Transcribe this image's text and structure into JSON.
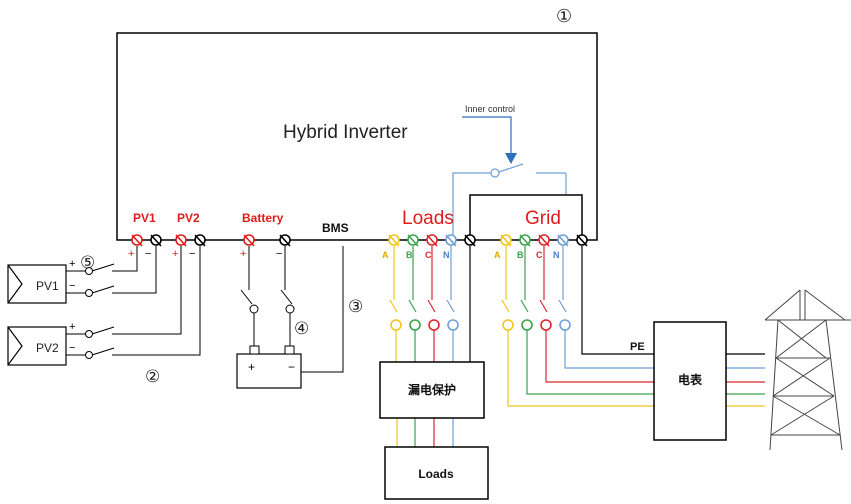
{
  "inverter": {
    "title": "Hybrid Inverter",
    "number": "①",
    "inner_control": "Inner control"
  },
  "ports": {
    "pv1": "PV1",
    "pv2": "PV2",
    "battery": "Battery",
    "bms": "BMS",
    "loads": "Loads",
    "grid": "Grid",
    "plus": "+",
    "minus": "−",
    "phase_a": "A",
    "phase_b": "B",
    "phase_c": "C",
    "phase_n": "N"
  },
  "pv_panels": [
    {
      "label": "PV1"
    },
    {
      "label": "PV2"
    }
  ],
  "battery": {
    "plus": "+",
    "minus": "−"
  },
  "markers": {
    "m2": "②",
    "m3": "③",
    "m4": "④",
    "m5": "⑤"
  },
  "boxes": {
    "leakage_protection": "漏电保护",
    "loads": "Loads",
    "meter": "电表",
    "pe": "PE"
  },
  "colors": {
    "phase_a": "#f2c41f",
    "phase_b": "#3aa34a",
    "phase_c": "#d7282e",
    "phase_n": "#6f9fd8",
    "dc_red": "#e01b1b",
    "inner_control": "#2f6fc0"
  }
}
